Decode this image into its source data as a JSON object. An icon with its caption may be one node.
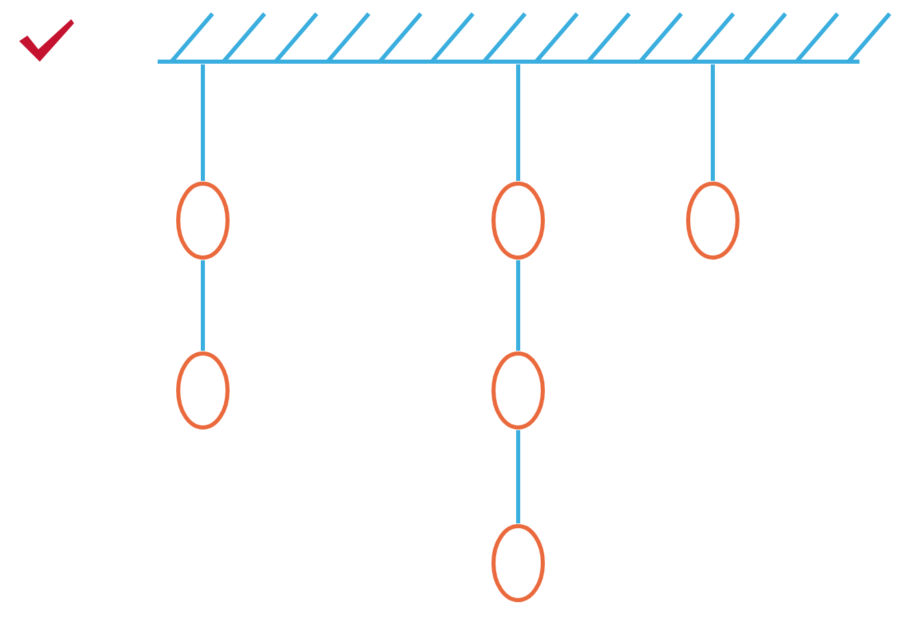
{
  "diagram": {
    "nodes": [
      {
        "text": [],
        "shape": "bar"
      },
      {
        "text": [],
        "shape": "oval"
      },
      {
        "text": [],
        "shape": "oval"
      },
      {
        "text": [],
        "shape": "oval"
      },
      {
        "text": [],
        "shape": "oval"
      },
      {
        "text": [],
        "shape": "oval"
      },
      {
        "text": [],
        "shape": "oval"
      }
    ],
    "edges": [
      {
        "from": 0,
        "to": 1,
        "arrow": "none"
      },
      {
        "from": 1,
        "to": 4,
        "arrow": "none"
      },
      {
        "from": 0,
        "to": 2,
        "arrow": "none"
      },
      {
        "from": 2,
        "to": 5,
        "arrow": "none"
      },
      {
        "from": 5,
        "to": 6,
        "arrow": "none"
      },
      {
        "from": 0,
        "to": 3,
        "arrow": "none"
      }
    ]
  }
}
